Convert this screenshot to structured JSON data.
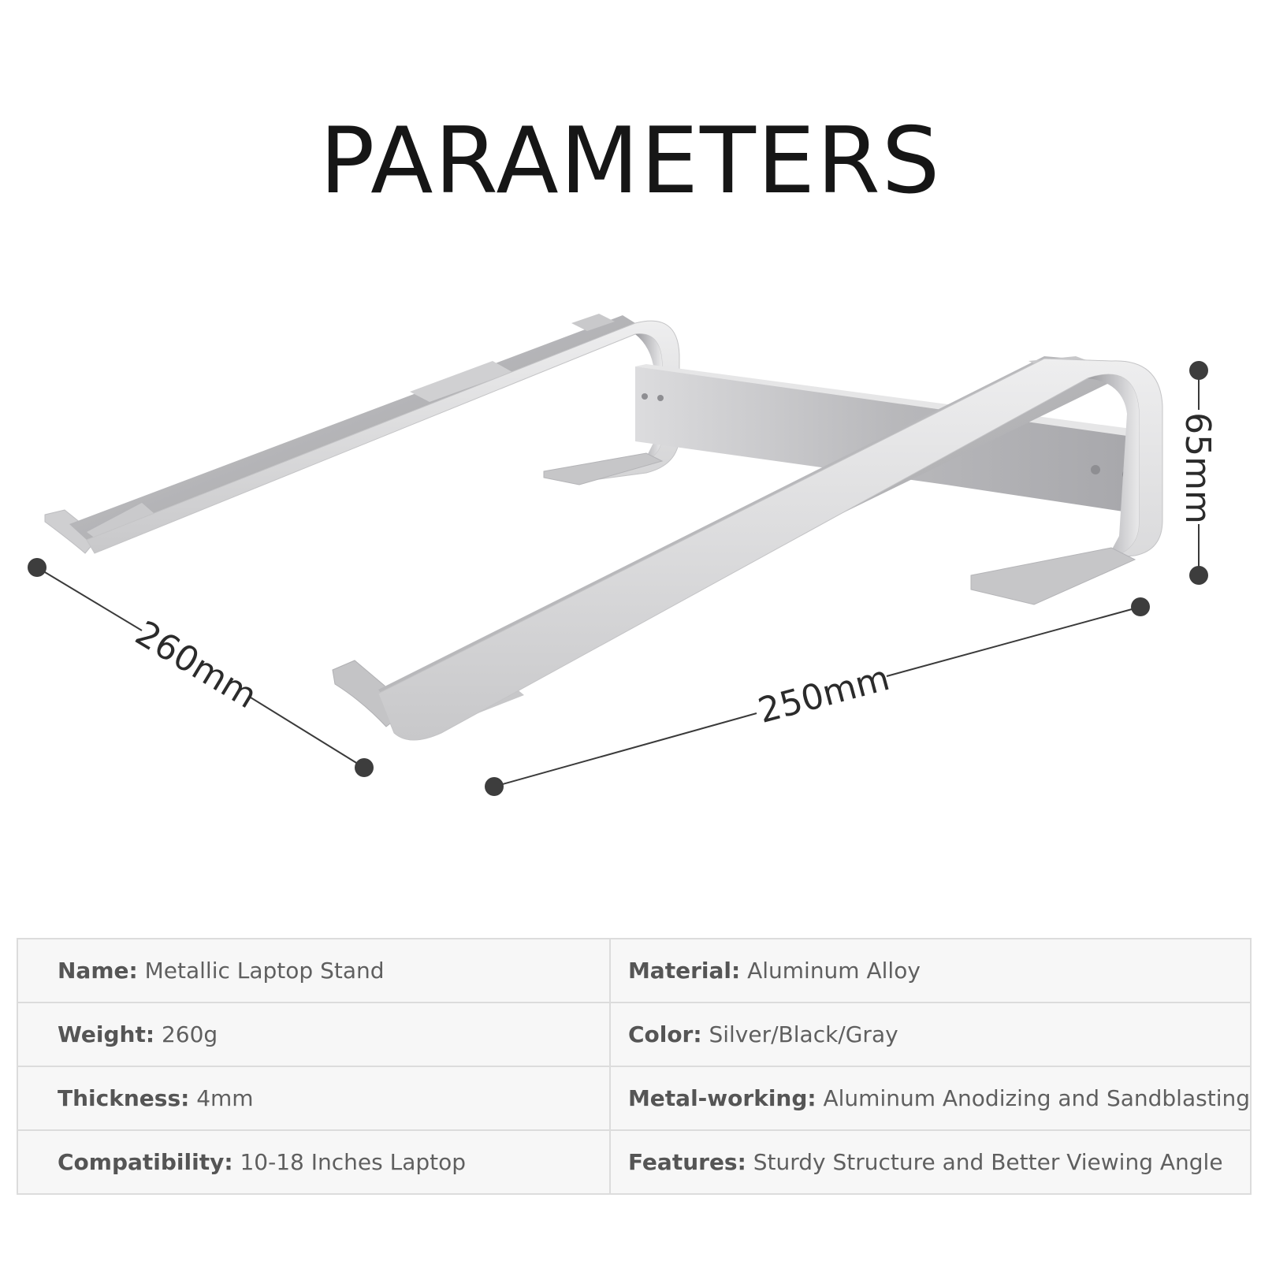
{
  "title": "PARAMETERS",
  "dimensions": {
    "depth": "260mm",
    "width": "250mm",
    "height": "65mm"
  },
  "specs": [
    [
      {
        "key": "Name:",
        "value": "Metallic Laptop Stand"
      },
      {
        "key": "Material:",
        "value": "Aluminum Alloy"
      }
    ],
    [
      {
        "key": "Weight:",
        "value": "260g"
      },
      {
        "key": "Color:",
        "value": "Silver/Black/Gray"
      }
    ],
    [
      {
        "key": "Thickness:",
        "value": "4mm"
      },
      {
        "key": "Metal-working:",
        "value": "Aluminum Anodizing and Sandblasting"
      }
    ],
    [
      {
        "key": "Compatibility:",
        "value": "10-18 Inches Laptop"
      },
      {
        "key": "Features:",
        "value": "Sturdy Structure and Better Viewing Angle"
      }
    ]
  ]
}
